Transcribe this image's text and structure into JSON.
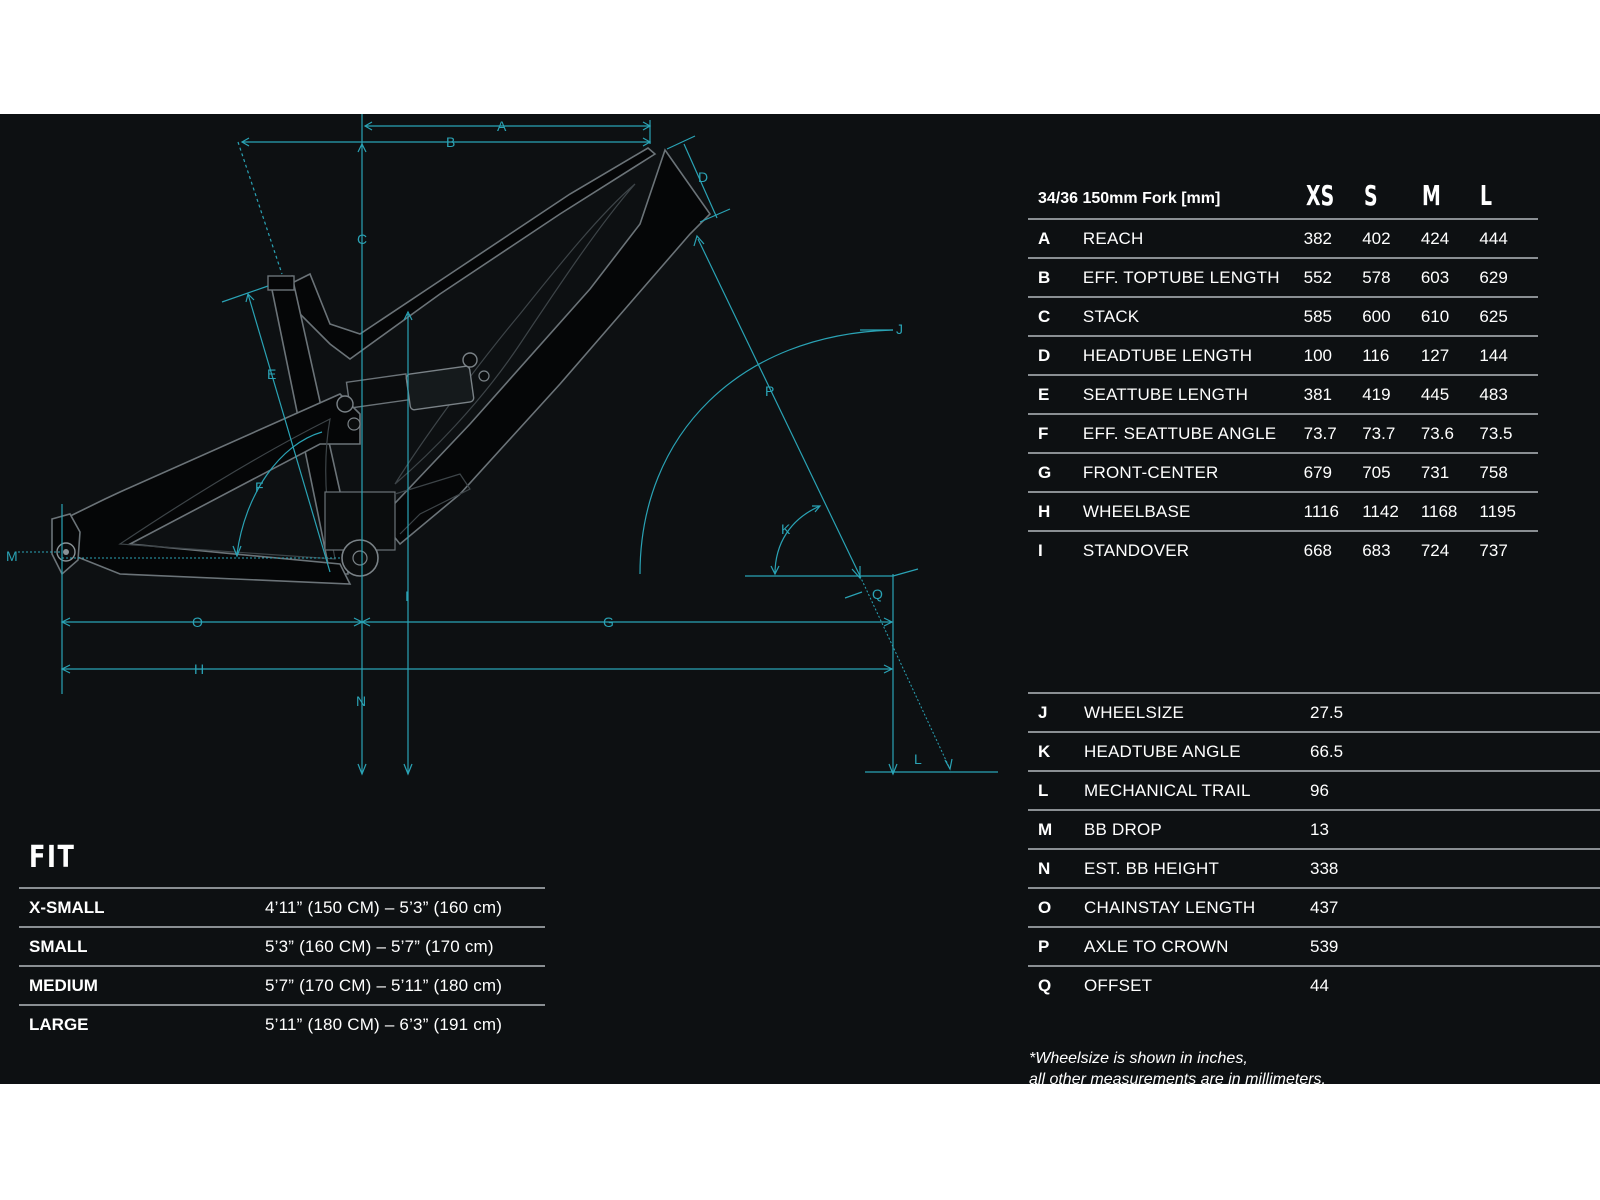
{
  "geometry_table": {
    "title": "34/36 150mm Fork [mm]",
    "sizes": [
      "XS",
      "S",
      "M",
      "L"
    ],
    "rows": [
      {
        "letter": "A",
        "name": "REACH",
        "values": [
          "382",
          "402",
          "424",
          "444"
        ]
      },
      {
        "letter": "B",
        "name": "EFF. TOPTUBE LENGTH",
        "values": [
          "552",
          "578",
          "603",
          "629"
        ]
      },
      {
        "letter": "C",
        "name": "STACK",
        "values": [
          "585",
          "600",
          "610",
          "625"
        ]
      },
      {
        "letter": "D",
        "name": "HEADTUBE LENGTH",
        "values": [
          "100",
          "116",
          "127",
          "144"
        ]
      },
      {
        "letter": "E",
        "name": "SEATTUBE LENGTH",
        "values": [
          "381",
          "419",
          "445",
          "483"
        ]
      },
      {
        "letter": "F",
        "name": "EFF. SEATTUBE ANGLE",
        "values": [
          "73.7",
          "73.7",
          "73.6",
          "73.5"
        ]
      },
      {
        "letter": "G",
        "name": "FRONT-CENTER",
        "values": [
          "679",
          "705",
          "731",
          "758"
        ]
      },
      {
        "letter": "H",
        "name": "WHEELBASE",
        "values": [
          "1116",
          "1142",
          "1168",
          "1195"
        ]
      },
      {
        "letter": "I",
        "name": "STANDOVER",
        "values": [
          "668",
          "683",
          "724",
          "737"
        ]
      }
    ]
  },
  "single_table": {
    "rows": [
      {
        "letter": "J",
        "name": "WHEELSIZE",
        "value": "27.5"
      },
      {
        "letter": "K",
        "name": "HEADTUBE ANGLE",
        "value": "66.5"
      },
      {
        "letter": "L",
        "name": "MECHANICAL TRAIL",
        "value": "96"
      },
      {
        "letter": "M",
        "name": "BB DROP",
        "value": "13"
      },
      {
        "letter": "N",
        "name": "EST. BB HEIGHT",
        "value": "338"
      },
      {
        "letter": "O",
        "name": "CHAINSTAY LENGTH",
        "value": "437"
      },
      {
        "letter": "P",
        "name": "AXLE TO CROWN",
        "value": "539"
      },
      {
        "letter": "Q",
        "name": "OFFSET",
        "value": "44"
      }
    ]
  },
  "fit": {
    "title": "FIT",
    "rows": [
      {
        "size": "X-SMALL",
        "range": "4’11” (150 CM) – 5’3” (160 cm)"
      },
      {
        "size": "SMALL",
        "range": "5’3” (160 CM) – 5’7” (170 cm)"
      },
      {
        "size": "MEDIUM",
        "range": "5’7” (170 CM) – 5’11” (180 cm)"
      },
      {
        "size": "LARGE",
        "range": "5’11” (180 CM) – 6’3” (191 cm)"
      }
    ]
  },
  "footnote": {
    "line1": "*Wheelsize is shown in inches,",
    "line2": "all other measurements are in millimeters."
  },
  "diagram": {
    "labels": [
      "A",
      "B",
      "C",
      "D",
      "E",
      "F",
      "G",
      "H",
      "I",
      "J",
      "K",
      "L",
      "M",
      "N",
      "O",
      "P",
      "Q"
    ],
    "line_color": "#2aa3b5",
    "background_color": "#0d1012"
  }
}
